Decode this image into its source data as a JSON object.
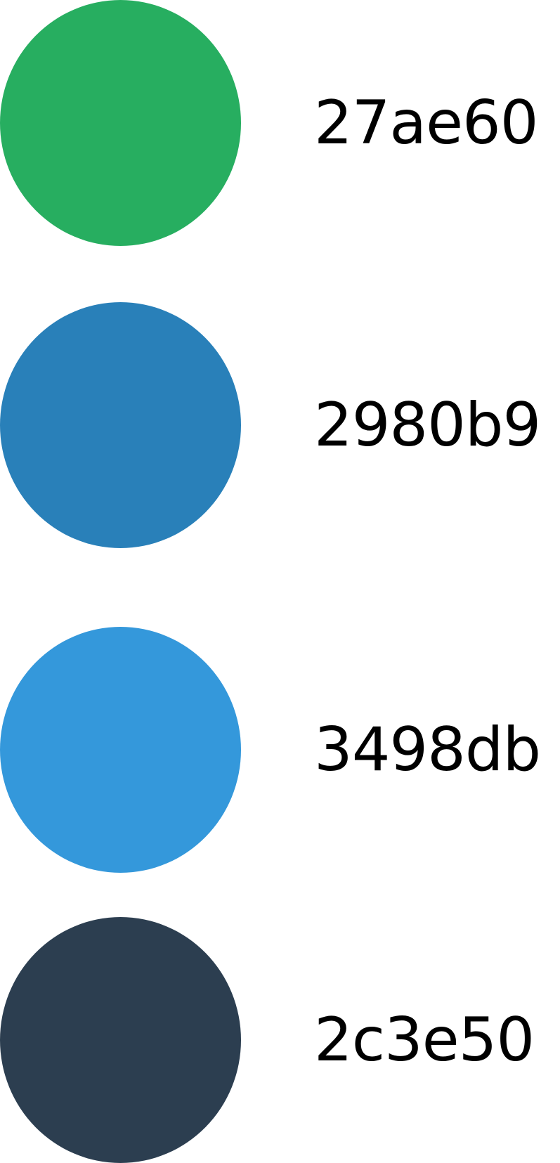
{
  "swatches": [
    {
      "label": "27ae60",
      "color": "#27ae60"
    },
    {
      "label": "2980b9",
      "color": "#2980b9"
    },
    {
      "label": "3498db",
      "color": "#3498db"
    },
    {
      "label": "2c3e50",
      "color": "#2c3e50"
    }
  ]
}
